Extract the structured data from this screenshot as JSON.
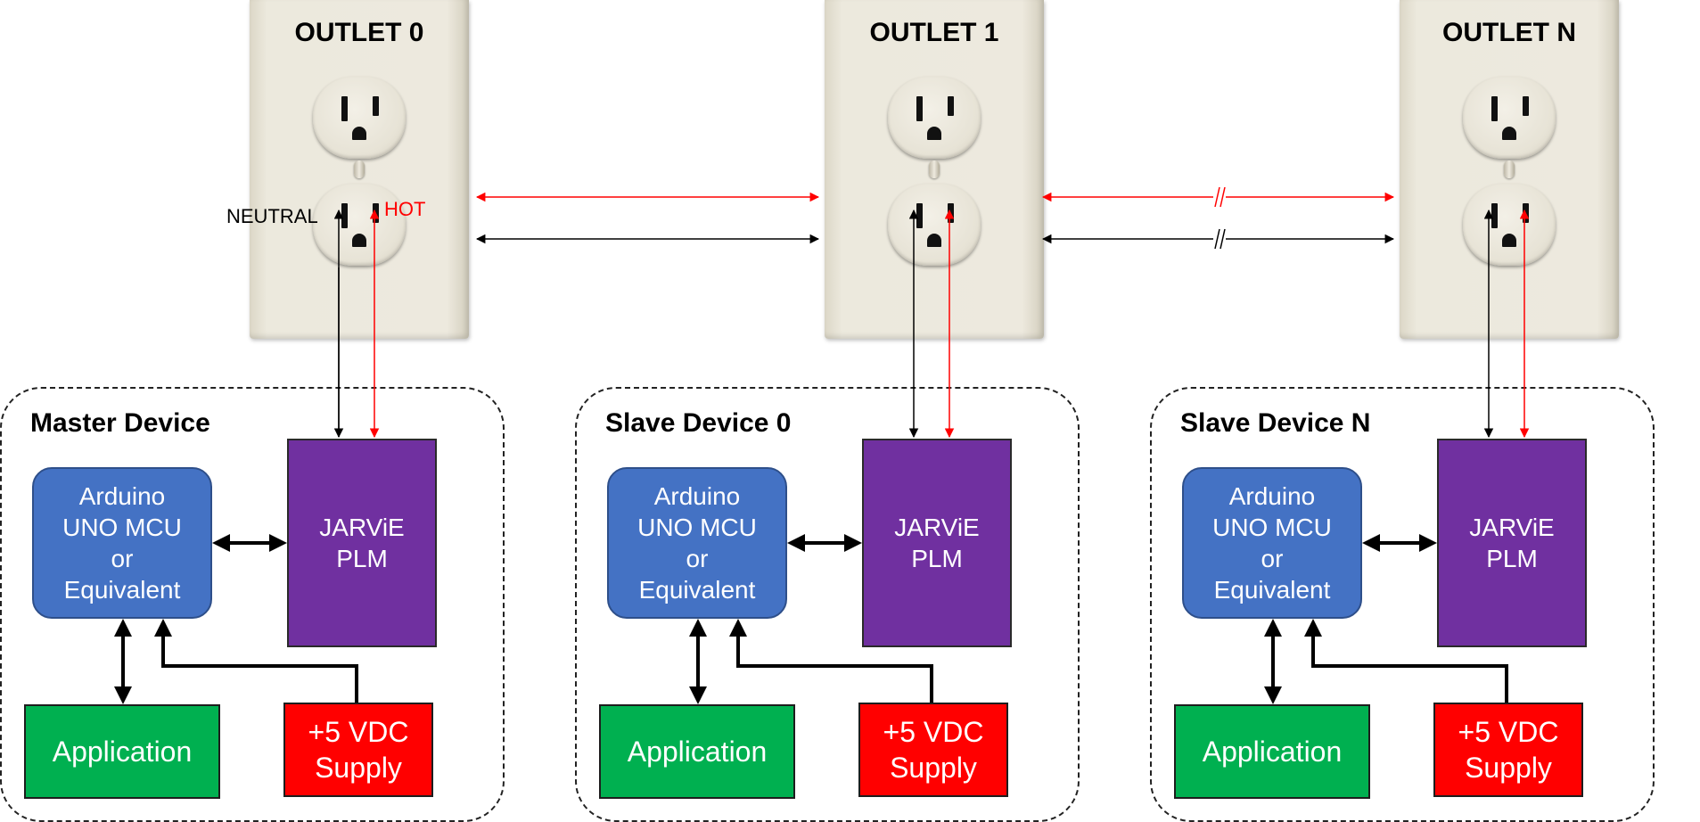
{
  "outlets": [
    {
      "title": "OUTLET 0"
    },
    {
      "title": "OUTLET 1"
    },
    {
      "title": "OUTLET N"
    }
  ],
  "wire_labels": {
    "neutral": "NEUTRAL",
    "hot": "HOT"
  },
  "devices": [
    {
      "title": "Master Device",
      "mcu": "Arduino\nUNO MCU\nor\nEquivalent",
      "plm": "JARViE\nPLM",
      "app": "Application",
      "supply": "+5 VDC\nSupply"
    },
    {
      "title": "Slave Device 0",
      "mcu": "Arduino\nUNO MCU\nor\nEquivalent",
      "plm": "JARViE\nPLM",
      "app": "Application",
      "supply": "+5 VDC\nSupply"
    },
    {
      "title": "Slave Device N",
      "mcu": "Arduino\nUNO MCU\nor\nEquivalent",
      "plm": "JARViE\nPLM",
      "app": "Application",
      "supply": "+5 VDC\nSupply"
    }
  ],
  "colors": {
    "hot_wire": "#ff0000",
    "neutral_wire": "#000000",
    "mcu": "#4472c4",
    "plm": "#7030a0",
    "application": "#00b050",
    "supply": "#ff0000"
  }
}
